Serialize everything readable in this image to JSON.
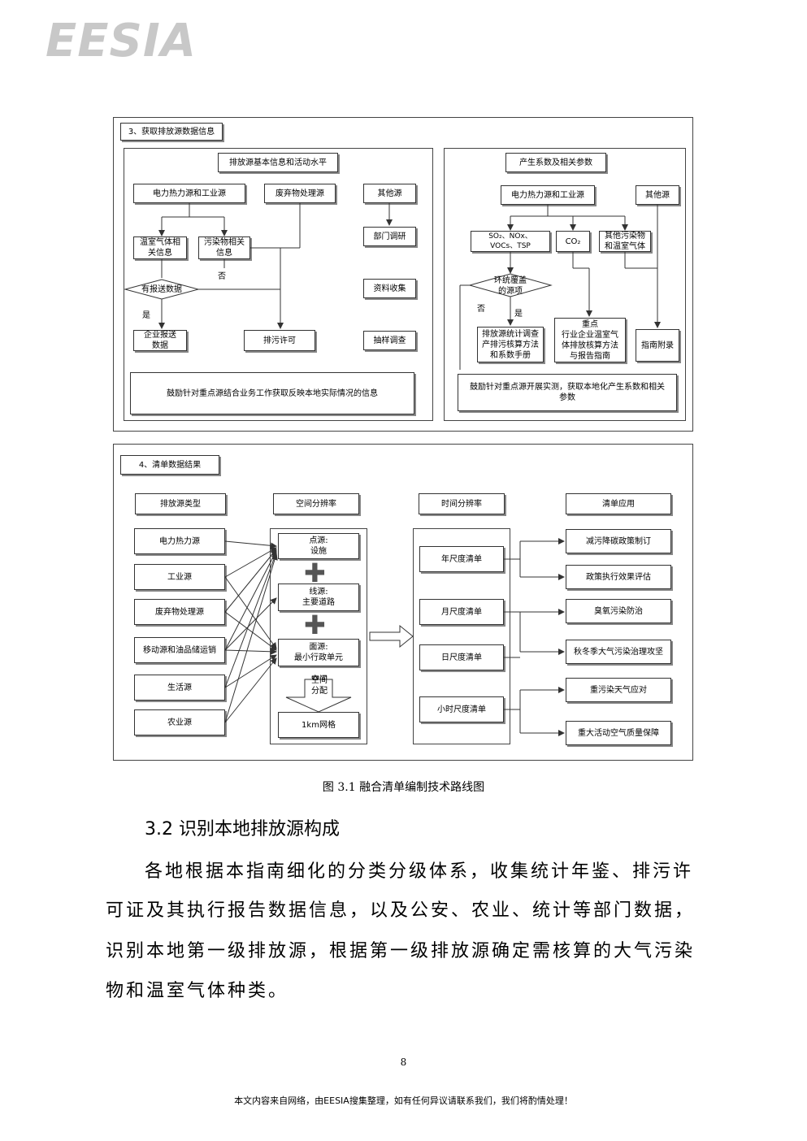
{
  "logo": "EESIA",
  "figure": {
    "section3": {
      "title": "3、获取排放源数据信息",
      "left": {
        "header": "排放源基本信息和活动水平",
        "power_industry": "电力热力源和工业源",
        "waste": "废弃物处理源",
        "other": "其他源",
        "ghg_info": "温室气体相\n关信息",
        "pollutant_info": "污染物相关\n信息",
        "no_label": "否",
        "decision": "有报送数据",
        "yes_label": "是",
        "enterprise_data": "企业报送\n数据",
        "permit": "排污许可",
        "dept_survey": "部门调研",
        "data_collection": "资料收集",
        "sample_survey": "抽样调查",
        "note": "鼓励针对重点源结合业务工作获取反映本地实际情况的信息"
      },
      "right": {
        "header": "产生系数及相关参数",
        "power_industry": "电力热力源和工业源",
        "other": "其他源",
        "so2": "SO₂、NOx、\nVOCs、TSP",
        "co2": "CO₂",
        "other_pollutants": "其他污染物\n和温室气体",
        "decision": "环统覆盖\n的源项",
        "no_label": "否",
        "yes_label": "是",
        "manual": "排放源统计调查\n产排污核算方法\n和系数手册",
        "key_industry": "重点\n行业企业温室气\n体排放核算方法\n与报告指南",
        "guide_appendix": "指南附录",
        "note": "鼓励针对重点源开展实测，获取本地化产生系数和相关\n参数"
      }
    },
    "section4": {
      "title": "4、清单数据结果",
      "col_source_type": "排放源类型",
      "col_spatial": "空间分辨率",
      "col_temporal": "时间分辨率",
      "col_application": "清单应用",
      "sources": [
        "电力热力源",
        "工业源",
        "废弃物处理源",
        "移动源和油品储运销",
        "生活源",
        "农业源"
      ],
      "spatial": [
        "点源:\n设施",
        "线源:\n主要道路",
        "面源:\n最小行政单元"
      ],
      "spatial_alloc": "空间\n分配",
      "grid": "1km网格",
      "temporal": [
        "年尺度清单",
        "月尺度清单",
        "日尺度清单",
        "小时尺度清单"
      ],
      "applications": [
        "减污降碳政策制订",
        "政策执行效果评估",
        "臭氧污染防治",
        "秋冬季大气污染治理攻坚",
        "重污染天气应对",
        "重大活动空气质量保障"
      ]
    },
    "caption": "图 3.1 融合清单编制技术路线图"
  },
  "section_heading": "3.2 识别本地排放源构成",
  "paragraph_lines": [
    "各地根据本指南细化的分类分级体系，收集统计年鉴、排污许",
    "可证及其执行报告数据信息，以及公安、农业、统计等部门数据，",
    "识别本地第一级排放源，根据第一级排放源确定需核算的大气污染",
    "物和温室气体种类。"
  ],
  "page_number": "8",
  "footer": "本文内容来自网络，由EESIA搜集整理，如有任何异议请联系我们，我们将酌情处理！"
}
